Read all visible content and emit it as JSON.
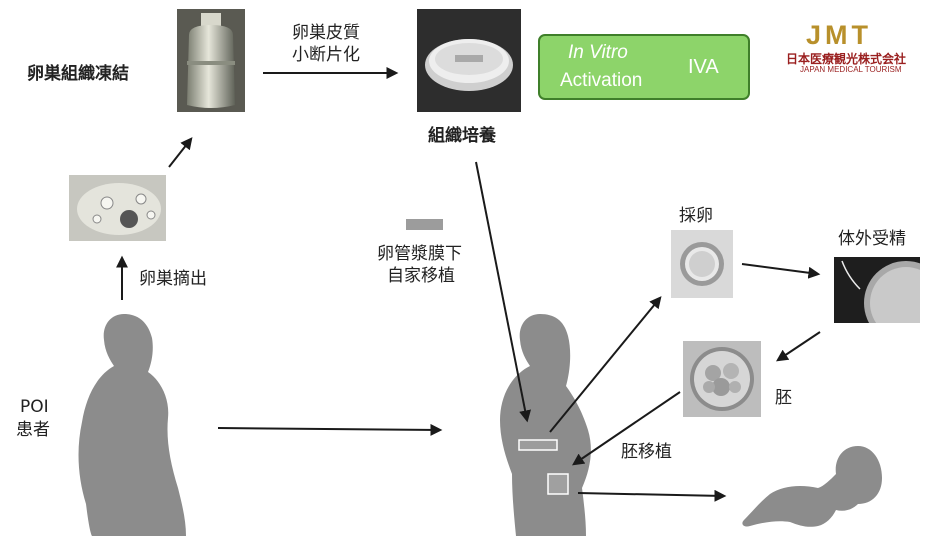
{
  "logo": {
    "mark": "JMT",
    "name_jp": "日本医療観光株式会社",
    "name_en": "JAPAN MEDICAL TOURISM"
  },
  "labels": {
    "ovary_freezing": "卵巣組織凍結",
    "cortex_fragmentation_line1": "卵巣皮質",
    "cortex_fragmentation_line2": "小断片化",
    "tissue_culture": "組織培養",
    "oophorectomy": "卵巣摘出",
    "transplant_line1": "卵管漿膜下",
    "transplant_line2": "自家移植",
    "egg_retrieval": "採卵",
    "ivf": "体外受精",
    "embryo": "胚",
    "embryo_transfer": "胚移植",
    "patient_line1": "POI",
    "patient_line2": "患者"
  },
  "iva": {
    "line1": "In Vitro",
    "line2": "Activation",
    "abbr": "IVA"
  },
  "colors": {
    "iva_fill": "#8dd46a",
    "iva_border": "#3f7f2a",
    "silhouette": "#8c8c8c",
    "arrow": "#1a1a1a",
    "logo_gold": "#b8902b",
    "logo_red": "#9a1f1f"
  },
  "icons": [
    "cryo-tank-photo",
    "culture-dish-photo",
    "ovary-photo",
    "oocyte-photo",
    "fertilization-photo",
    "embryo-photo",
    "tissue-strip-icon",
    "woman-silhouette",
    "pregnant-woman-silhouette",
    "baby-silhouette"
  ]
}
